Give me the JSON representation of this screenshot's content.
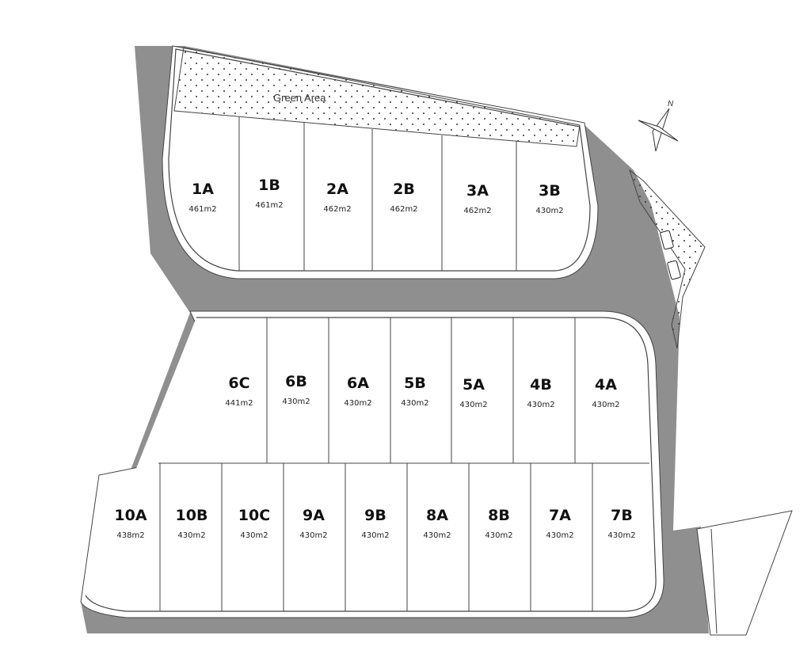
{
  "plan": {
    "green_area_label": "Green Area",
    "north_label": "N",
    "colors": {
      "road": "#8f8f8f",
      "lot": "#ffffff",
      "outline": "#444444"
    },
    "top_block": [
      {
        "id": "1A",
        "area": "461m2"
      },
      {
        "id": "1B",
        "area": "461m2"
      },
      {
        "id": "2A",
        "area": "462m2"
      },
      {
        "id": "2B",
        "area": "462m2"
      },
      {
        "id": "3A",
        "area": "462m2"
      },
      {
        "id": "3B",
        "area": "430m2"
      }
    ],
    "middle_row": [
      {
        "id": "6C",
        "area": "441m2"
      },
      {
        "id": "6B",
        "area": "430m2"
      },
      {
        "id": "6A",
        "area": "430m2"
      },
      {
        "id": "5B",
        "area": "430m2"
      },
      {
        "id": "5A",
        "area": "430m2"
      },
      {
        "id": "4B",
        "area": "430m2"
      },
      {
        "id": "4A",
        "area": "430m2"
      }
    ],
    "bottom_row": [
      {
        "id": "10A",
        "area": "438m2"
      },
      {
        "id": "10B",
        "area": "430m2"
      },
      {
        "id": "10C",
        "area": "430m2"
      },
      {
        "id": "9A",
        "area": "430m2"
      },
      {
        "id": "9B",
        "area": "430m2"
      },
      {
        "id": "8A",
        "area": "430m2"
      },
      {
        "id": "8B",
        "area": "430m2"
      },
      {
        "id": "7A",
        "area": "430m2"
      },
      {
        "id": "7B",
        "area": "430m2"
      }
    ]
  }
}
